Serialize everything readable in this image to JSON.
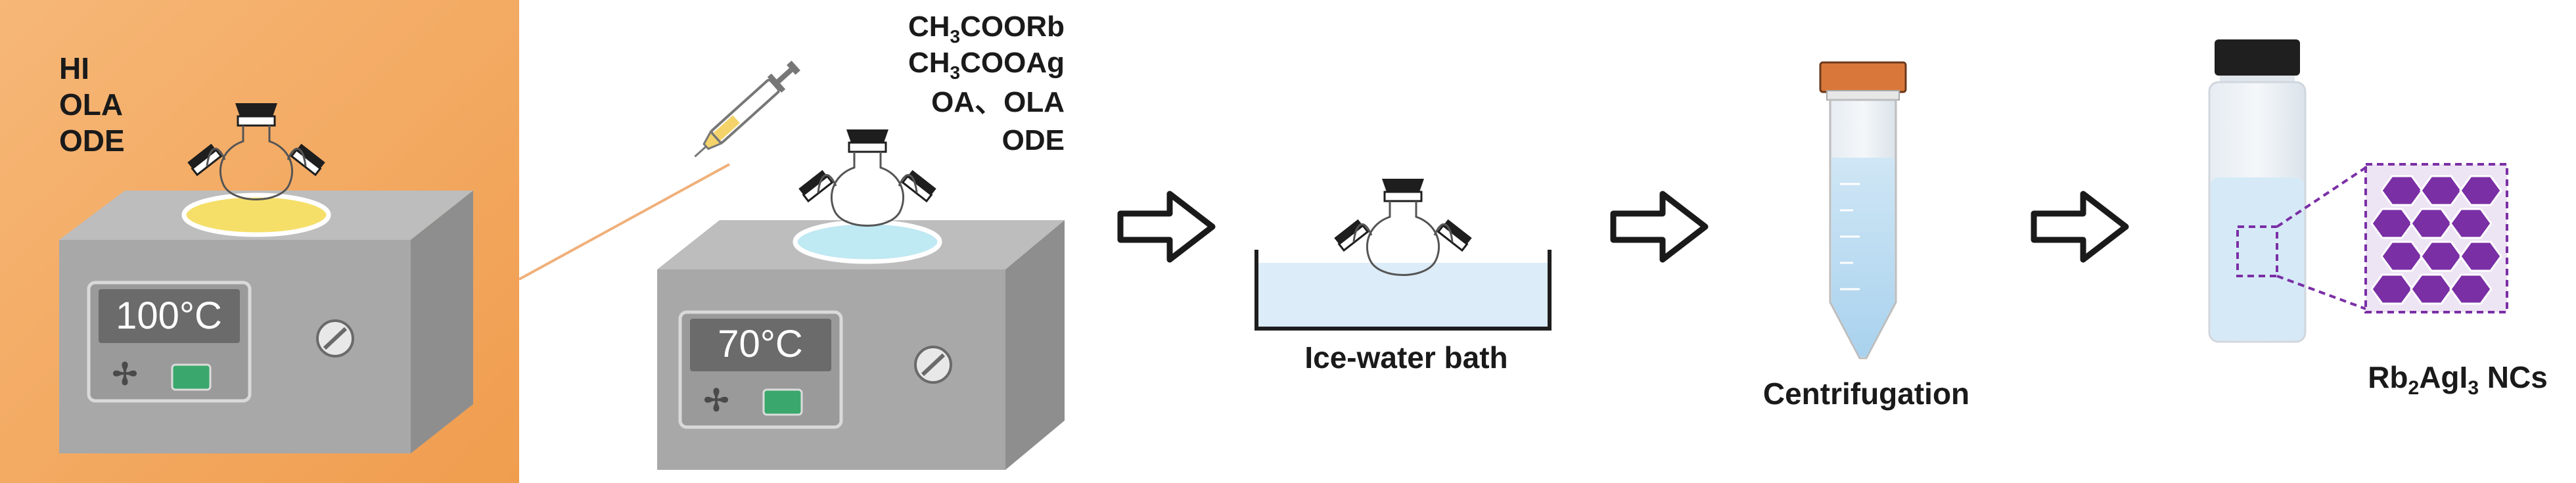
{
  "step1": {
    "reagents": [
      "HI",
      "OLA",
      "ODE"
    ],
    "temperature": "100°C"
  },
  "step2": {
    "reagents": [
      {
        "base": "CH",
        "sub": "3",
        "rest": "COORb"
      },
      {
        "base": "CH",
        "sub": "3",
        "rest": "COOAg"
      },
      {
        "base": "OA、OLA",
        "sub": "",
        "rest": ""
      },
      {
        "base": "ODE",
        "sub": "",
        "rest": ""
      }
    ],
    "temperature": "70°C"
  },
  "step3": {
    "label": "Ice-water bath"
  },
  "step4": {
    "label": "Centrifugation"
  },
  "step5": {
    "label_parts": {
      "a": "Rb",
      "a_sub": "2",
      "b": "AgI",
      "b_sub": "3",
      "c": " NCs"
    }
  },
  "colors": {
    "panel": "#f3a65c",
    "heater_top": "#bdbdbd",
    "heater_front": "#a6a6a6",
    "heater_side": "#8c8c8c",
    "display": "#6b6b6b",
    "indicator": "#3aa86c",
    "solution_yellow": "#f5df69",
    "solution_blue": "#bfe9f3",
    "crystal": "#7a2fa5"
  }
}
